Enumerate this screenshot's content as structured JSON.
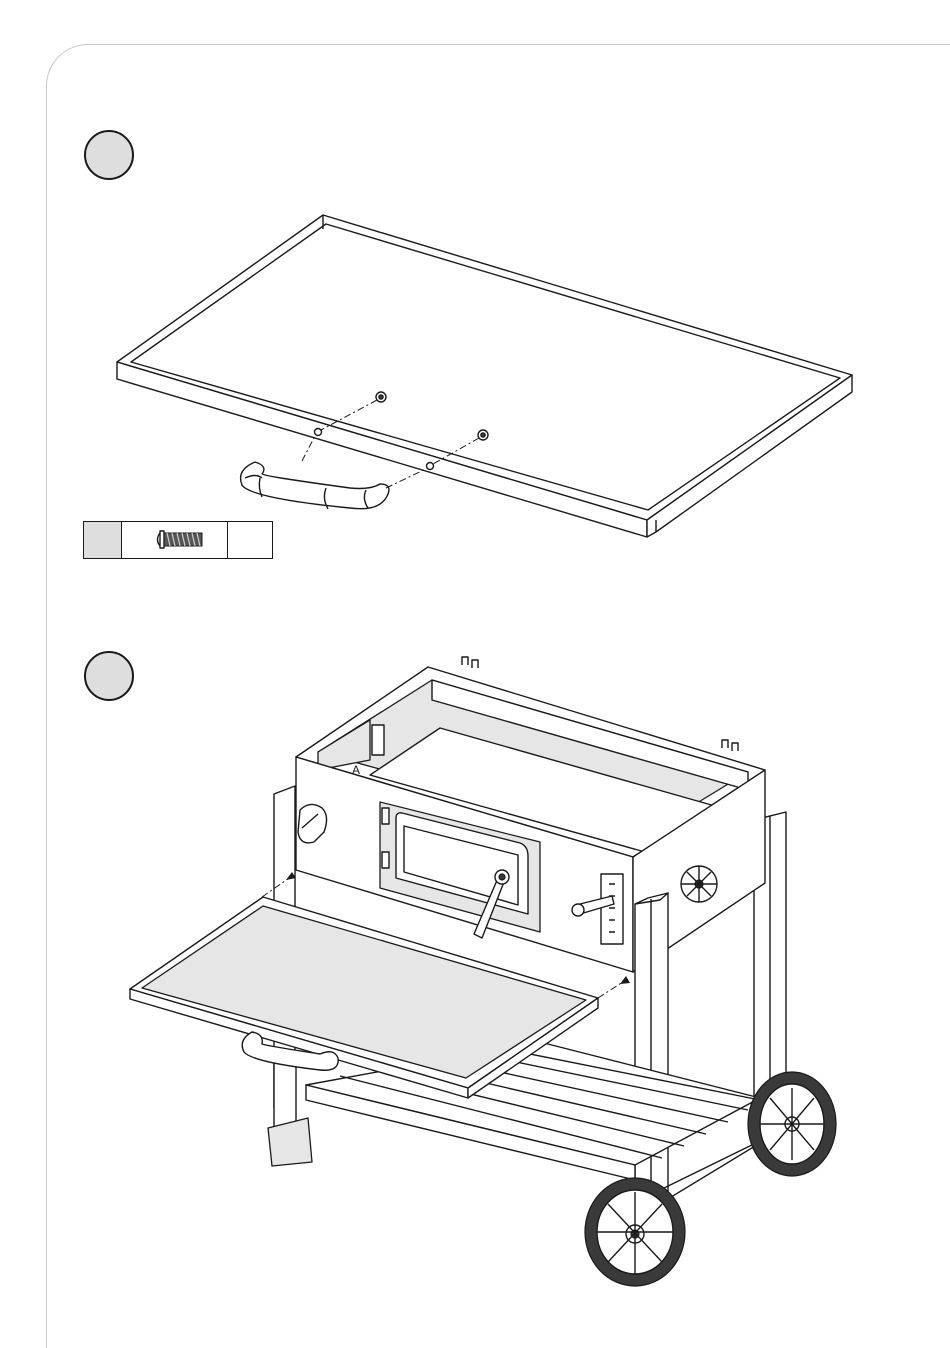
{
  "steps": [
    {
      "number": ""
    },
    {
      "number": ""
    }
  ],
  "parts": [
    {
      "id": "",
      "qty": ""
    }
  ],
  "labels": {
    "bracket_a": "A"
  },
  "colors": {
    "line": "#1a1a1a",
    "badge_fill": "#dedede",
    "frame": "#c9c9c9"
  },
  "icons": [
    "screw-icon",
    "shelf-handle",
    "wheel"
  ]
}
